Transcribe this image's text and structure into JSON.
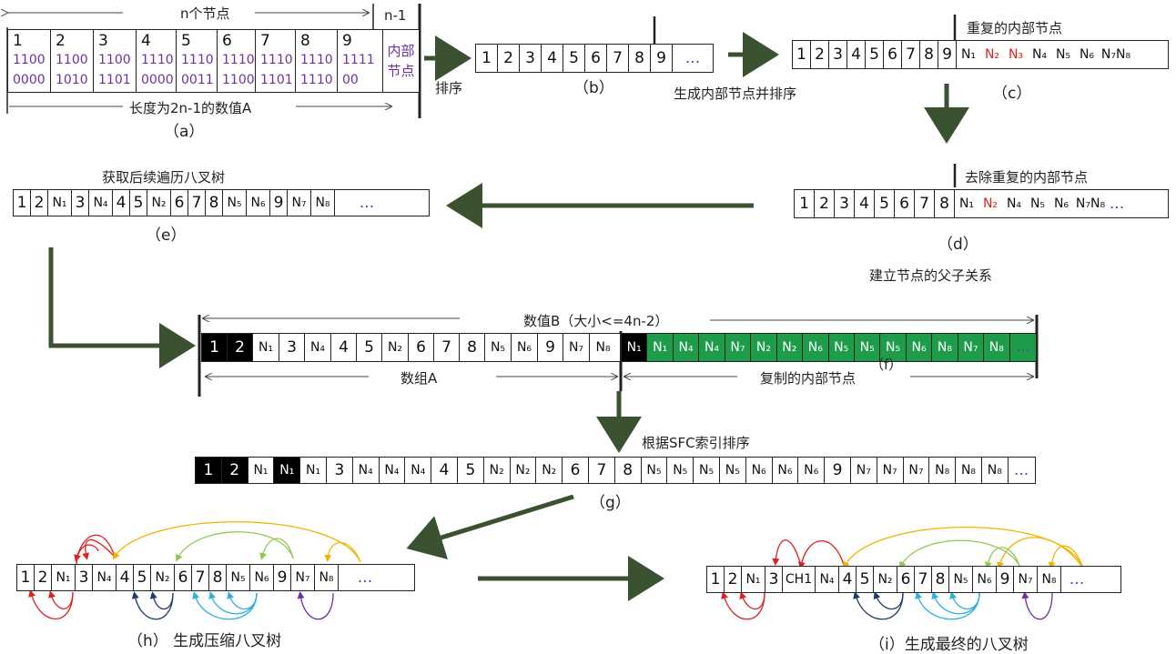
{
  "a": {
    "top_label": "n个节点",
    "n1_label": "n-1",
    "cells": [
      {
        "n": "1",
        "c1": "1100",
        "c2": "0000"
      },
      {
        "n": "2",
        "c1": "1100",
        "c2": "1010"
      },
      {
        "n": "3",
        "c1": "1100",
        "c2": "1101"
      },
      {
        "n": "4",
        "c1": "1110",
        "c2": "0000"
      },
      {
        "n": "5",
        "c1": "1110",
        "c2": "0011"
      },
      {
        "n": "6",
        "c1": "1110",
        "c2": "1100"
      },
      {
        "n": "7",
        "c1": "1110",
        "c2": "1101"
      },
      {
        "n": "8",
        "c1": "1110",
        "c2": "1110"
      },
      {
        "n": "9",
        "c1": "1111",
        "c2": "00"
      }
    ],
    "internal_label_1": "内部",
    "internal_label_2": "节点",
    "bottom_label": "长度为2n-1的数值A",
    "caption": "（a）"
  },
  "b": {
    "arrow_label": "排序",
    "cells": [
      "1",
      "2",
      "3",
      "4",
      "5",
      "6",
      "7",
      "8",
      "9",
      "..."
    ],
    "caption": "（b）"
  },
  "c": {
    "top_label": "重复的内部节点",
    "cells": [
      "1",
      "2",
      "3",
      "4",
      "5",
      "6",
      "7",
      "8",
      "9",
      "N₁",
      "N₂",
      "N₃",
      "N₄",
      "N₅",
      "N₆",
      "N₇N₈"
    ],
    "caption": "（c）",
    "arrow_label": "生成内部节点并排序"
  },
  "d": {
    "top_label": "去除重复的内部节点",
    "cells": [
      "1",
      "2",
      "3",
      "4",
      "5",
      "6",
      "7",
      "8",
      "N₁",
      "N₂",
      "N₄",
      "N₅",
      "N₆",
      "N₇N₈",
      "..."
    ],
    "caption": "（d）",
    "arrow_label": "建立节点的父子关系"
  },
  "e": {
    "top_label": "获取后续遍历八叉树",
    "cells": [
      "1",
      "2",
      "N₁",
      "3",
      "N₄",
      "4",
      "5",
      "N₂",
      "6",
      "7",
      "8",
      "N₅",
      "N₆",
      "9",
      "N₇",
      "N₈",
      "..."
    ],
    "caption": "（e）"
  },
  "f": {
    "top_label": "数值B（大小<=4n-2）",
    "left_label": "数组A",
    "right_label": "复制的内部节点",
    "caption": "（f）",
    "cells_a": [
      "1",
      "2",
      "N₁",
      "3",
      "N₄",
      "4",
      "5",
      "N₂",
      "6",
      "7",
      "8",
      "N₅",
      "N₆",
      "9",
      "N₇",
      "N₈"
    ],
    "cells_b": [
      "N₁",
      "N₁",
      "N₄",
      "N₄",
      "N₇",
      "N₂",
      "N₂",
      "N₆",
      "N₅",
      "N₅",
      "N₅",
      "N₆",
      "N₈",
      "N₇",
      "N₈",
      "..."
    ]
  },
  "g": {
    "top_label": "根据SFC索引排序",
    "cells": [
      "1",
      "2",
      "N₁",
      "N₁",
      "N₁",
      "3",
      "N₄",
      "N₄",
      "N₄",
      "4",
      "5",
      "N₂",
      "N₂",
      "N₂",
      "6",
      "7",
      "8",
      "N₅",
      "N₅",
      "N₅",
      "N₅",
      "N₆",
      "N₆",
      "N₆",
      "9",
      "N₇",
      "N₇",
      "N₇",
      "N₈",
      "N₈",
      "N₈",
      "..."
    ],
    "caption": "（g）"
  },
  "h": {
    "cells": [
      "1",
      "2",
      "N₁",
      "3",
      "N₄",
      "4",
      "5",
      "N₂",
      "6",
      "7",
      "8",
      "N₅",
      "N₆",
      "9",
      "N₇",
      "N₈",
      "..."
    ],
    "caption": "（h） 生成压缩八叉树"
  },
  "i": {
    "cells": [
      "1",
      "2",
      "N₁",
      "3",
      "CH1",
      "N₄",
      "4",
      "5",
      "N₂",
      "6",
      "7",
      "8",
      "N₅",
      "N₆",
      "9",
      "N₇",
      "N₈",
      "..."
    ],
    "caption": "（i）生成最终的八叉树"
  },
  "colors": {
    "arrow": "#3b5230",
    "black": "#000000",
    "green": "#1d9d4a",
    "red": "#e02020",
    "purple": "#7030a0",
    "yellow": "#f0b400",
    "lightgreen": "#92c850",
    "navy": "#1f3a6b",
    "cyan": "#2fb0e0"
  }
}
